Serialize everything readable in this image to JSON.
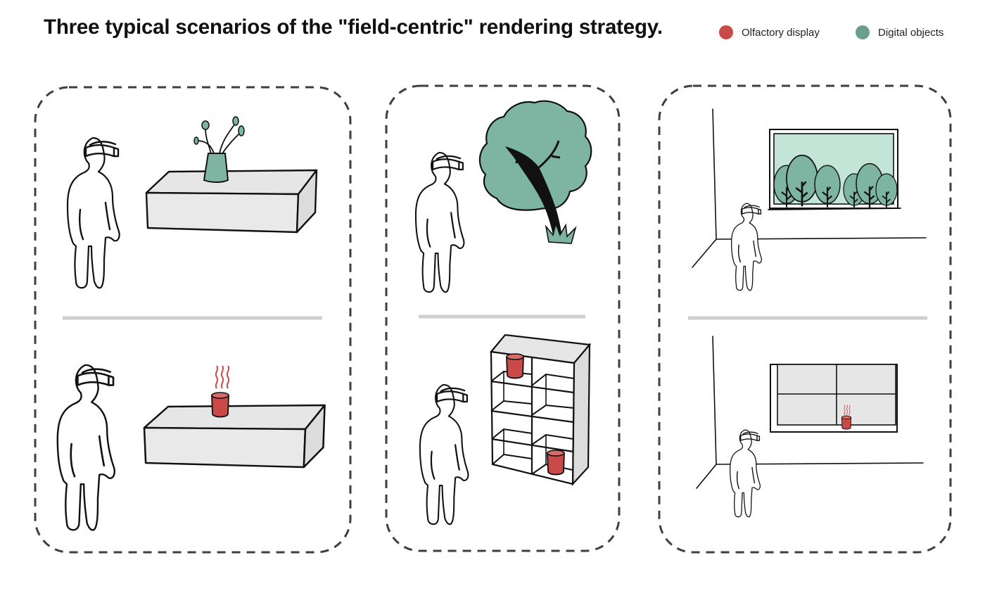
{
  "title": "Three typical scenarios of the \"field-centric\" rendering strategy.",
  "legend": [
    {
      "label": "Olfactory display",
      "color": "#c94a48"
    },
    {
      "label": "Digital objects",
      "color": "#6c9f89"
    }
  ],
  "colors": {
    "olfactory_red": "#c94a48",
    "digital_green": "#7eb5a2",
    "screen_mint": "#c2e5d8",
    "furniture_gray": "#e6e6e6",
    "panel_dash": "#3f3f3f",
    "divider_gray": "#cfcfcf"
  },
  "panels": [
    {
      "id": "scenario-1",
      "top": "person-vr-headset + table + plant-vase (digital)",
      "bottom": "person-vr-headset + table + scent-cup (olfactory)"
    },
    {
      "id": "scenario-2",
      "top": "person-vr-headset + tree (digital)",
      "bottom": "person-vr-headset + bookshelf + scent-cups (olfactory)"
    },
    {
      "id": "scenario-3",
      "top": "person-vr-headset + window-forest (digital)",
      "bottom": "person-vr-headset + window + scent-cup (olfactory)"
    }
  ]
}
